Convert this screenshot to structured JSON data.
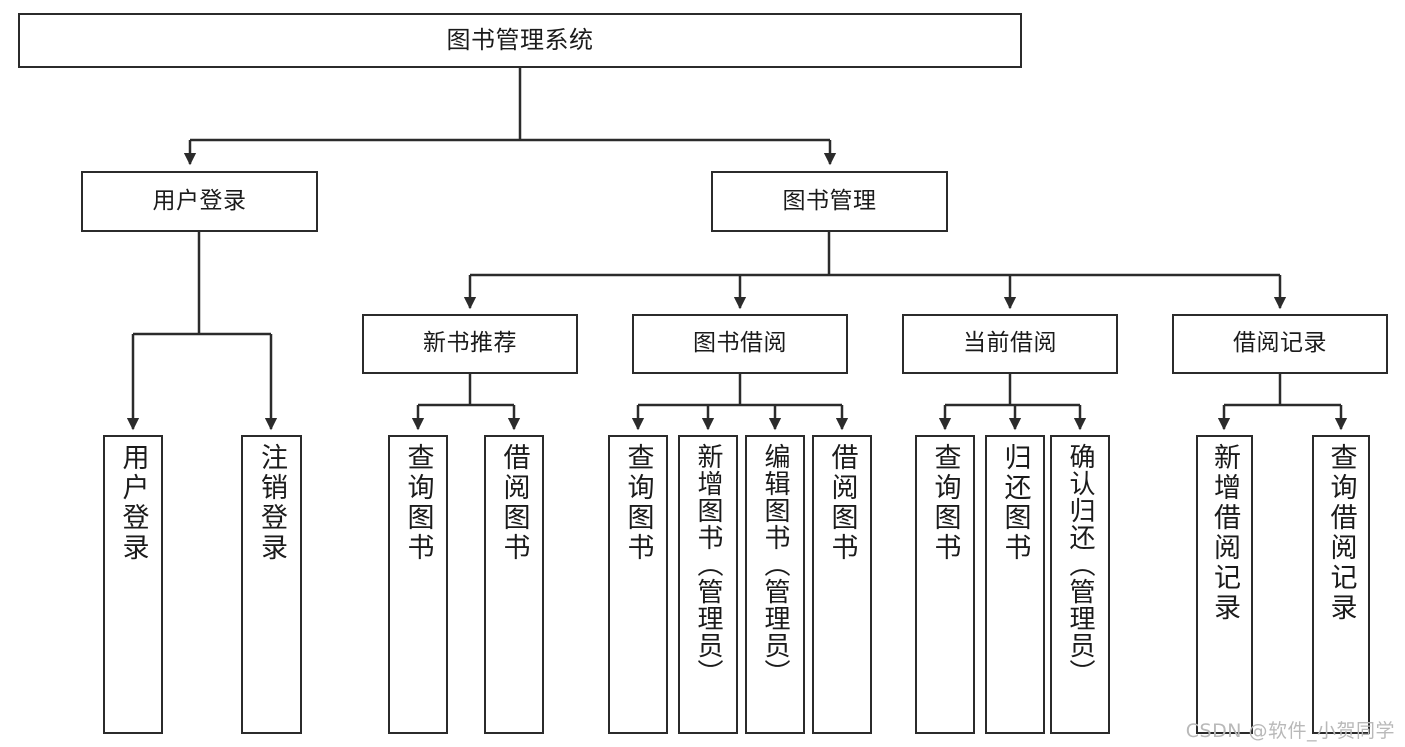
{
  "diagram": {
    "title": "图书管理系统",
    "type": "tree-hierarchy",
    "watermark": "CSDN @软件_小贺同学",
    "colors": {
      "stroke": "#2b2b2b",
      "fill": "#ffffff",
      "text": "#1b1b1b",
      "watermark": "#b9b9b9"
    },
    "nodes": {
      "root": "图书管理系统",
      "level2": {
        "user_login": "用户登录",
        "book_manage": "图书管理"
      },
      "level3": {
        "new_book_rec": "新书推荐",
        "book_borrow": "图书借阅",
        "current_borrow": "当前借阅",
        "borrow_record": "借阅记录"
      },
      "leaves": {
        "user_login_1": "用户登录",
        "user_login_2": "注销登录",
        "new_book_1": "查询图书",
        "new_book_2": "借阅图书",
        "book_borrow_1": "查询图书",
        "book_borrow_2": "新增图书（管理员）",
        "book_borrow_3": "编辑图书（管理员）",
        "book_borrow_4": "借阅图书",
        "current_1": "查询图书",
        "current_2": "归还图书",
        "current_3": "确认归还（管理员）",
        "record_1": "新增借阅记录",
        "record_2": "查询借阅记录"
      }
    }
  }
}
